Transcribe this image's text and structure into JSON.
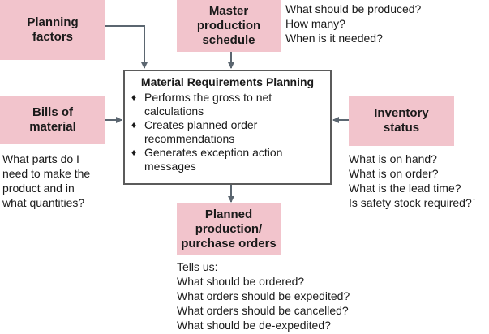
{
  "planning_factors": {
    "label": "Planning\nfactors"
  },
  "master_schedule": {
    "label": "Master\nproduction\nschedule",
    "questions": [
      "What should be produced?",
      "How many?",
      "When is it needed?"
    ]
  },
  "mrp": {
    "title": "Material Requirements Planning",
    "items": [
      {
        "bullet": "♦",
        "text": "Performs the gross to net calculations"
      },
      {
        "bullet": "♦",
        "text": "Creates planned order recommendations"
      },
      {
        "bullet": "♦",
        "text": "Generates exception action messages"
      }
    ]
  },
  "bills_of_material": {
    "label": "Bills of\nmaterial",
    "questions": [
      "What parts do I",
      "need to make the",
      "product and in",
      "what quantities?"
    ]
  },
  "inventory_status": {
    "label": "Inventory\nstatus",
    "questions": [
      "What is on hand?",
      "What is on order?",
      "What is the lead time?",
      "Is safety stock required?`"
    ]
  },
  "planned_orders": {
    "label": "Planned\nproduction/\npurchase orders",
    "questions": [
      "Tells us:",
      "What should be ordered?",
      "What orders should be expedited?",
      "What orders should be cancelled?",
      "What should be de-expedited?"
    ]
  },
  "colors": {
    "box_fill": "#f2c4cc",
    "arrow": "#5b6670",
    "border": "#5b5b5b"
  }
}
